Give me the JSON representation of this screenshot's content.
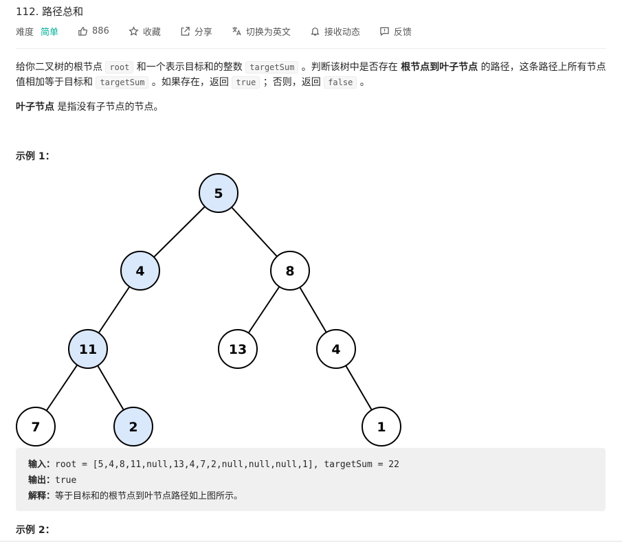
{
  "problem": {
    "title": "112. 路径总和",
    "difficulty_label": "难度",
    "difficulty": "简单",
    "likes": "886",
    "collect": "收藏",
    "share": "分享",
    "switch_lang": "切换为英文",
    "notify": "接收动态",
    "feedback": "反馈"
  },
  "description": {
    "p1": [
      "给你二叉树的根节点 ",
      "root",
      " 和一个表示目标和的整数 ",
      "targetSum",
      " 。判断该树中是否存在 ",
      "根节点到叶子节点",
      " 的路径，这条路径上所有节点值相加等于目标和 ",
      "targetSum",
      " 。如果存在，返回 ",
      "true",
      " ；否则，返回 ",
      "false",
      " 。"
    ],
    "p2_bold": "叶子节点",
    "p2_rest": " 是指没有子节点的节点。"
  },
  "example1": {
    "heading": "示例 1：",
    "input_label": "输入：",
    "input": "root = [5,4,8,11,null,13,4,7,2,null,null,null,1], targetSum = 22",
    "output_label": "输出：",
    "output": "true",
    "explain_label": "解释：",
    "explain": "等于目标和的根节点到叶节点路径如上图所示。"
  },
  "example2": {
    "heading": "示例 2："
  },
  "tree": {
    "highlight_color": "#dae8fc",
    "nodes": [
      "5",
      "4",
      "8",
      "11",
      "13",
      "4",
      "7",
      "2",
      "1"
    ],
    "path_nodes": [
      "5",
      "4",
      "11",
      "2"
    ]
  }
}
